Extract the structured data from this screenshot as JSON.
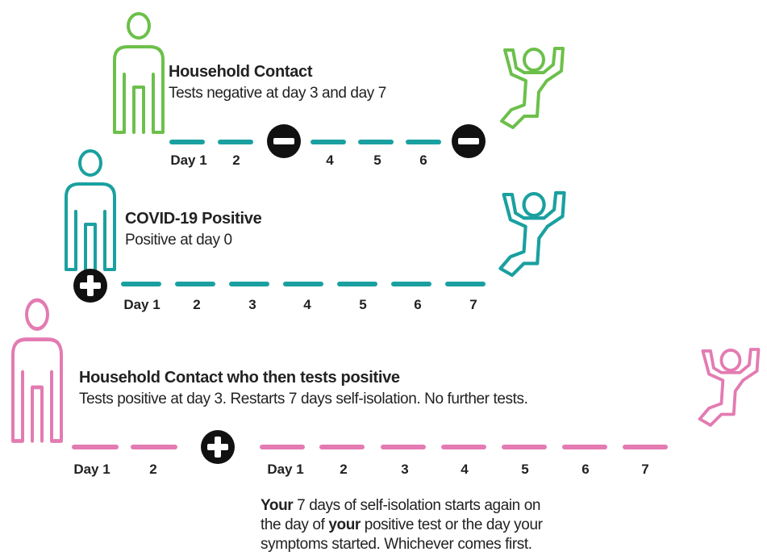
{
  "colors": {
    "green": "#6cc04a",
    "teal": "#1aa0a0",
    "pink": "#e37bb2",
    "text": "#222222",
    "marker": "#111111"
  },
  "rows": [
    {
      "title": "Household Contact",
      "subtitle": "Tests negative at day 3 and day 7",
      "days": [
        "Day 1",
        "2",
        "4",
        "5",
        "6"
      ],
      "markers": [
        "negative-test-icon",
        "negative-test-icon"
      ]
    },
    {
      "title": "COVID-19 Positive",
      "subtitle": "Positive at day 0",
      "days": [
        "Day 1",
        "2",
        "3",
        "4",
        "5",
        "6",
        "7"
      ],
      "markers": [
        "positive-test-icon"
      ]
    },
    {
      "title": "Household Contact who then tests positive",
      "subtitle": "Tests positive at day 3. Restarts 7 days self-isolation. No further tests.",
      "days_before": [
        "Day 1",
        "2"
      ],
      "days_after": [
        "Day 1",
        "2",
        "3",
        "4",
        "5",
        "6",
        "7"
      ],
      "markers": [
        "positive-test-icon"
      ]
    }
  ],
  "note": {
    "part1": "Your",
    "part2": " 7 days of self-isolation starts again on",
    "part3": "the day of ",
    "part4": "your",
    "part5": " positive test or the day your",
    "part6": "symptoms started. Whichever comes first."
  }
}
